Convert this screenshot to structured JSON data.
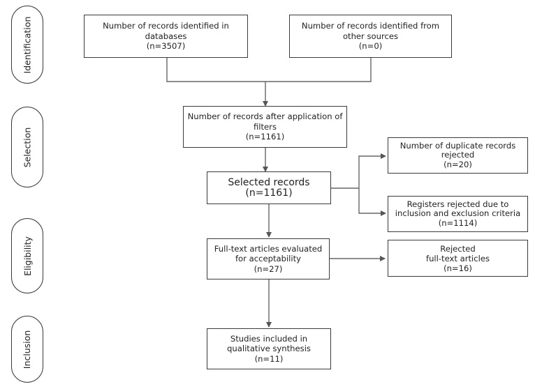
{
  "phases": [
    "Identification",
    "Selection",
    "Eligibility",
    "Inclusion"
  ],
  "boxes": {
    "databases": [
      "Number of records identified in",
      "databases",
      "(n=3507)"
    ],
    "other_sources": [
      "Number of records identified from",
      "other sources",
      "(n=0)"
    ],
    "after_filters": [
      "Number of records after application of",
      "filters",
      "(n=1161)"
    ],
    "selected": [
      "Selected records",
      "(n=1161)"
    ],
    "duplicates": [
      "Number of duplicate records",
      "rejected",
      "(n=20)"
    ],
    "criteria": [
      "Registers rejected due to",
      "inclusion and exclusion criteria",
      "(n=1114)"
    ],
    "fulltext": [
      "Full-text articles evaluated",
      "for acceptability",
      "(n=27)"
    ],
    "rejected_fulltext": [
      "Rejected",
      "full-text articles",
      "(n=16)"
    ],
    "included": [
      "Studies included in",
      "qualitative synthesis",
      "(n=11)"
    ]
  }
}
